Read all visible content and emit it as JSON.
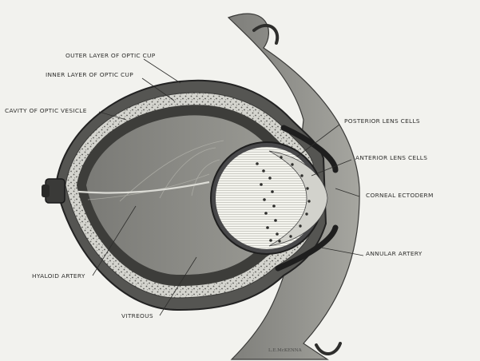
{
  "colors": {
    "page": "#f2f2ee",
    "wall": "#4a4a48",
    "ectoderm": "#8a8a86",
    "ink": "#2e2e2c",
    "lens": "#f4f4ee"
  },
  "labels": {
    "outer_layer": "OUTER LAYER OF OPTIC CUP",
    "inner_layer": "INNER LAYER OF OPTIC CUP",
    "cavity": "CAVITY OF OPTIC VESICLE",
    "posterior_lens": "POSTERIOR LENS CELLS",
    "anterior_lens": "ANTERIOR LENS CELLS",
    "corneal_ectoderm": "CORNEAL ECTODERM",
    "annular_artery": "ANNULAR ARTERY",
    "hyaloid_artery": "HYALOID ARTERY",
    "vitreous": "VITREOUS"
  },
  "signature": "L.E.McKENNA"
}
